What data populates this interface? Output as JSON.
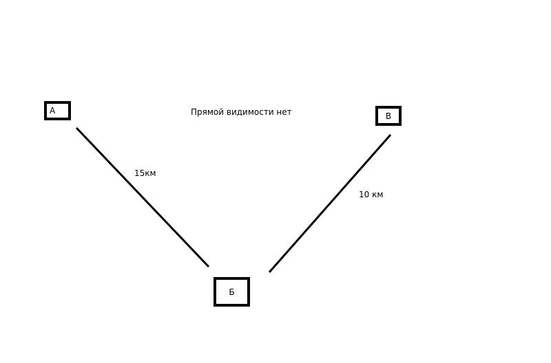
{
  "diagram": {
    "nodes": {
      "a": {
        "label": "А"
      },
      "b": {
        "label": "Б"
      },
      "v": {
        "label": "В"
      }
    },
    "edges": {
      "a_b": {
        "distance_label": "15км"
      },
      "b_v": {
        "distance_label": "10 км"
      }
    },
    "note": "Прямой видимости нет",
    "colors": {
      "stroke": "#000000",
      "background": "#ffffff"
    }
  }
}
